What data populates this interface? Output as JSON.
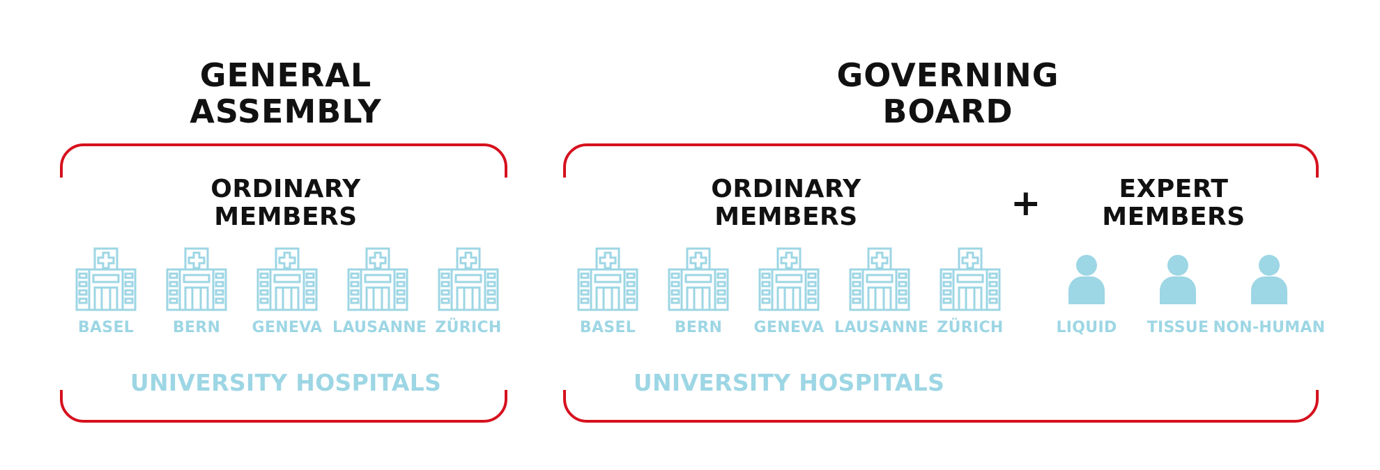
{
  "colors": {
    "bracket": "#d6111e",
    "accent": "#9dd6e4",
    "text": "#111111"
  },
  "general_assembly": {
    "title_line1": "GENERAL",
    "title_line2": "ASSEMBLY",
    "ordinary": {
      "line1": "ORDINARY",
      "line2": "MEMBERS"
    },
    "hospitals": [
      "BASEL",
      "BERN",
      "GENEVA",
      "LAUSANNE",
      "ZÜRICH"
    ],
    "group_label": "UNIVERSITY HOSPITALS"
  },
  "governing_board": {
    "title_line1": "GOVERNING",
    "title_line2": "BOARD",
    "ordinary": {
      "line1": "ORDINARY",
      "line2": "MEMBERS"
    },
    "plus": "+",
    "expert": {
      "line1": "EXPERT",
      "line2": "MEMBERS"
    },
    "hospitals": [
      "BASEL",
      "BERN",
      "GENEVA",
      "LAUSANNE",
      "ZÜRICH"
    ],
    "experts": [
      "LIQUID",
      "TISSUE",
      "NON-HUMAN"
    ],
    "group_label": "UNIVERSITY HOSPITALS"
  },
  "icons": {
    "hospital": "hospital-icon",
    "person": "person-icon"
  }
}
